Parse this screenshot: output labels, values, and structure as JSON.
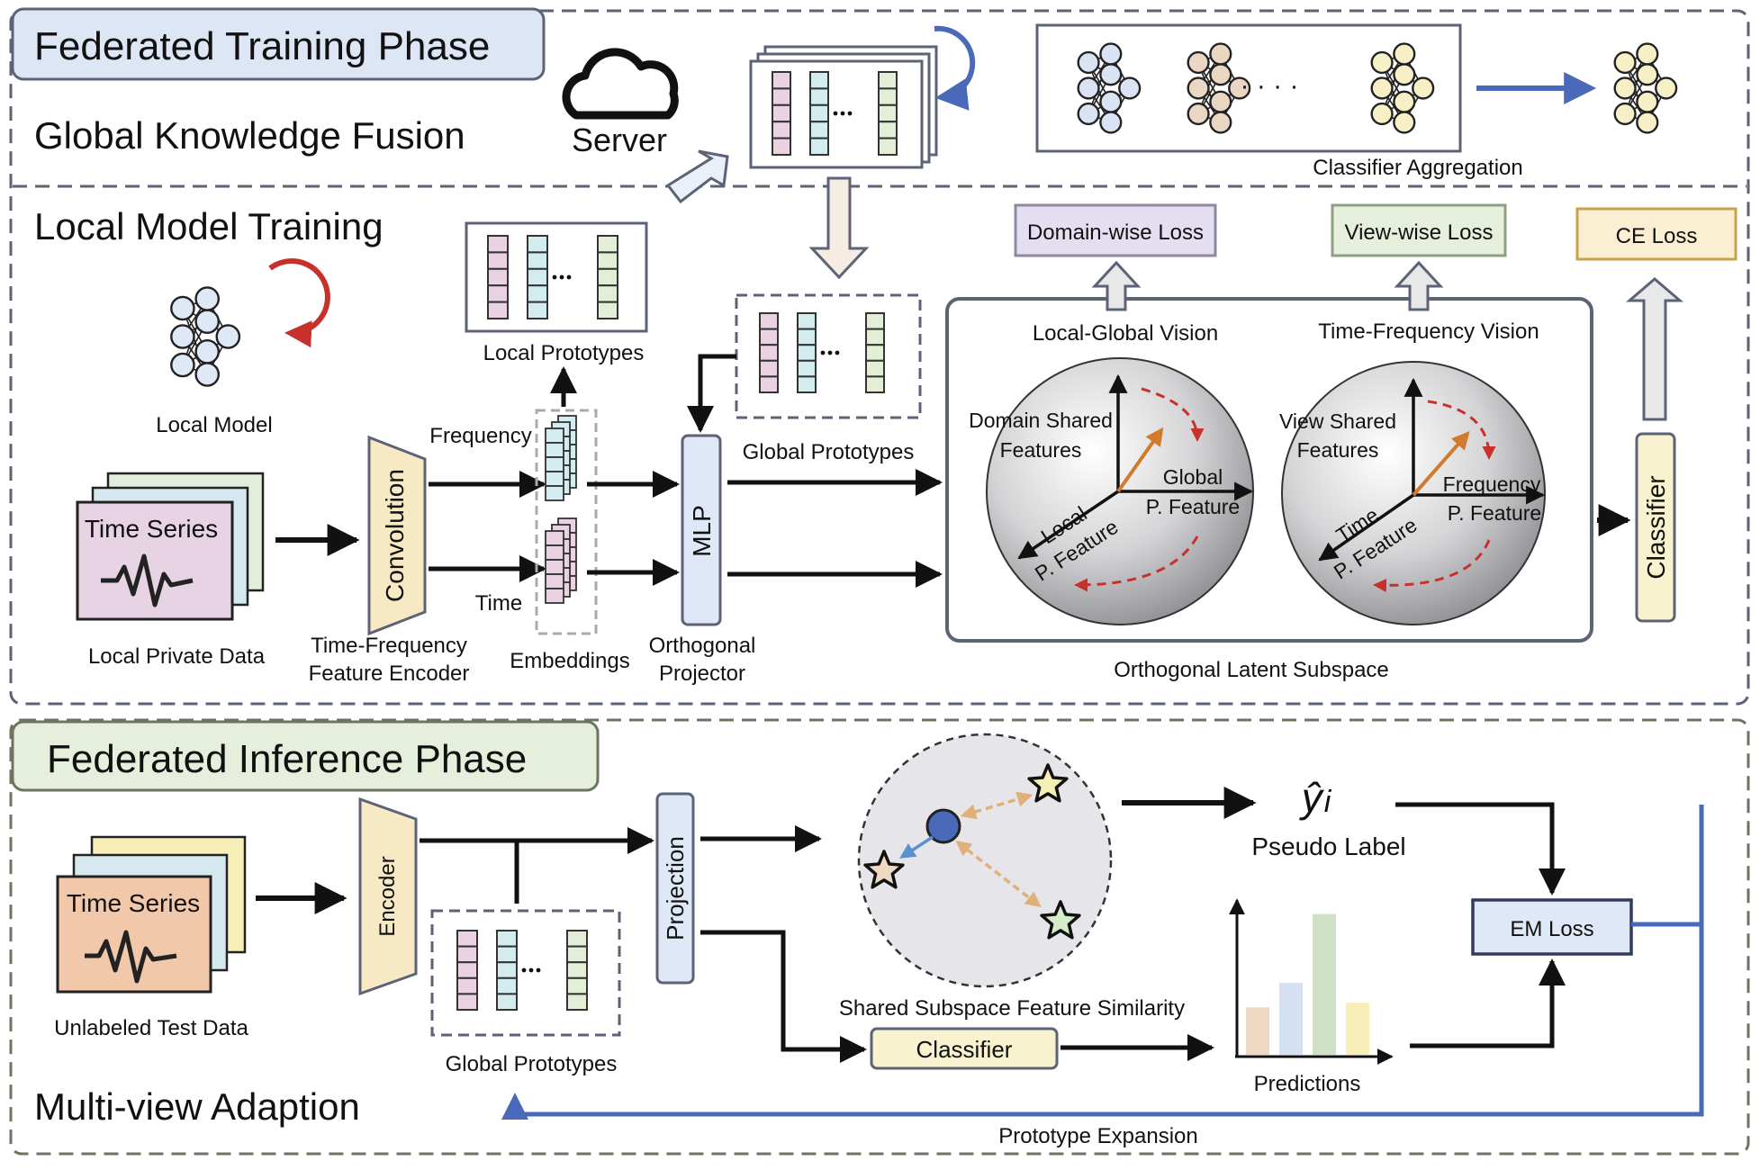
{
  "training": {
    "phase_title": "Federated Training Phase",
    "global_fusion_label": "Global Knowledge Fusion",
    "server_label": "Server",
    "classifier_aggregation_label": "Classifier Aggregation",
    "local_training_label": "Local Model Training",
    "local_model_label": "Local Model",
    "local_prototypes_label": "Local Prototypes",
    "global_prototypes_label": "Global Prototypes",
    "frequency_label": "Frequency",
    "time_label": "Time",
    "embeddings_label": "Embeddings",
    "time_series_label": "Time Series",
    "local_private_data_label": "Local Private Data",
    "convolution_label": "Convolution",
    "encoder_caption_line1": "Time-Frequency",
    "encoder_caption_line2": "Feature Encoder",
    "mlp_label": "MLP",
    "projector_caption_line1": "Orthogonal",
    "projector_caption_line2": "Projector",
    "domain_loss_label": "Domain-wise Loss",
    "view_loss_label": "View-wise Loss",
    "ce_loss_label": "CE Loss",
    "local_global_vision_label": "Local-Global Vision",
    "time_frequency_vision_label": "Time-Frequency Vision",
    "domain_shared_line1": "Domain Shared",
    "domain_shared_line2": "Features",
    "view_shared_line1": "View Shared",
    "view_shared_line2": "Features",
    "global_pf_line1": "Global",
    "global_pf_line2": "P. Feature",
    "local_pf_line1": "Local",
    "local_pf_line2": "P. Feature",
    "frequency_pf_line1": "Frequency",
    "frequency_pf_line2": "P. Feature",
    "time_pf_line1": "Time",
    "time_pf_line2": "P. Feature",
    "subspace_label": "Orthogonal Latent Subspace",
    "classifier_label": "Classifier",
    "ellipsis": "· · · ·"
  },
  "inference": {
    "phase_title": "Federated Inference Phase",
    "time_series_label": "Time Series",
    "unlabeled_label": "Unlabeled Test Data",
    "encoder_label": "Encoder",
    "projection_label": "Projection",
    "global_prototypes_label": "Global Prototypes",
    "similarity_label": "Shared Subspace Feature Similarity",
    "pseudo_symbol": "ŷ",
    "pseudo_subscript": "i",
    "pseudo_label": "Pseudo Label",
    "em_loss_label": "EM Loss",
    "classifier_label": "Classifier",
    "predictions_label": "Predictions",
    "multiview_label": "Multi-view Adaption",
    "prototype_expansion_label": "Prototype Expansion",
    "bar_levels": [
      0.31,
      0.47,
      0.92,
      0.34
    ]
  },
  "colors": {
    "training_title_bg": "#dde6f4",
    "inference_title_bg": "#e6efdc",
    "proto_pink": "#ead2e3",
    "proto_cyan": "#d3ecef",
    "proto_green": "#e2efd6",
    "domain_loss_bg": "#e5def0",
    "view_loss_bg": "#e5efdc",
    "ce_loss_bg": "#faefd2",
    "encoder_fill": "#f6e9c4",
    "mlp_fill": "#dfe8f6",
    "classifier_fill": "#f8f2cf",
    "ts_train_front": "#e7d3e4",
    "ts_test_front": "#f2c8aa",
    "accent_red": "#c8302c",
    "accent_blue": "#4a69b8",
    "orange_arrow": "#d27a2c",
    "bar_colors": [
      "#efd9c3",
      "#d5e0f2",
      "#cfe2c6",
      "#f8efb8"
    ]
  }
}
